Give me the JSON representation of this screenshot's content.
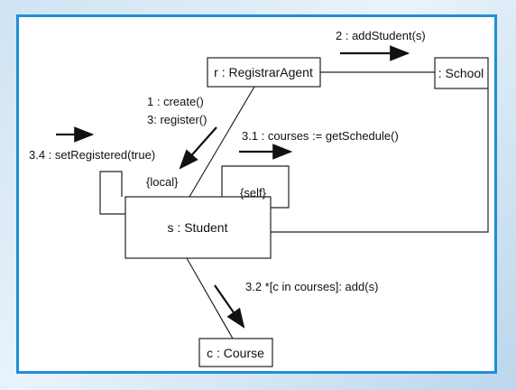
{
  "objects": {
    "registrar": "r : RegistrarAgent",
    "school": ": School",
    "student": "s : Student",
    "course": "c : Course"
  },
  "link_labels": {
    "local": "{local}",
    "self": "{self}"
  },
  "messages": {
    "add_student": "2 : addStudent(s)",
    "create": "1 : create()",
    "register": "3: register()",
    "courses": "3.1 : courses := getSchedule()",
    "set_registered": "3.4 : setRegistered(true)",
    "add_course": "3.2 *[c in courses]: add(s)"
  },
  "colors": {
    "frame_border": "#1f8fd6",
    "ink": "#111111"
  }
}
